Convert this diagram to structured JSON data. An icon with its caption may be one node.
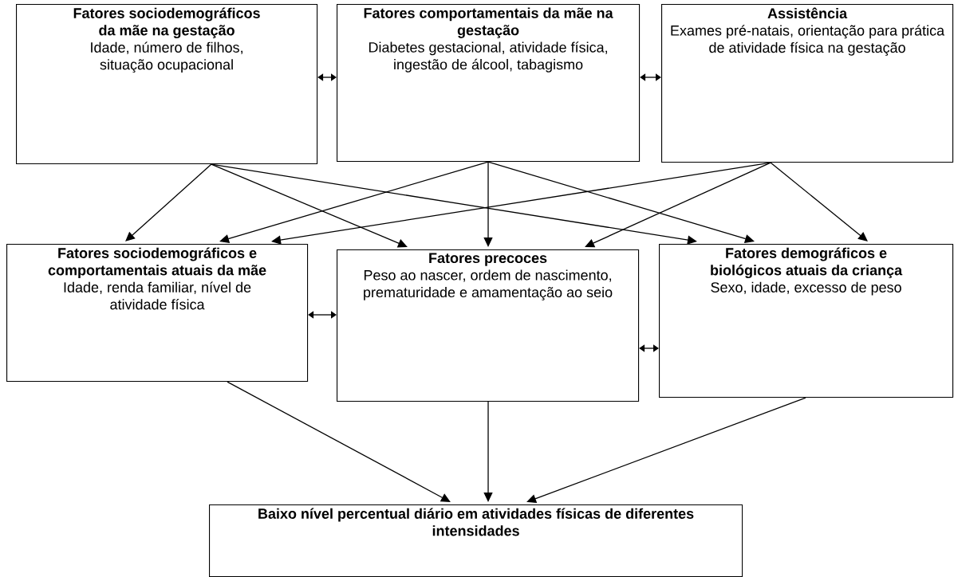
{
  "diagram": {
    "nodes": [
      {
        "text": [
          "Fatores sociodemográficos da mãe na gestação",
          "Idade, número de filhos, situação ocupacional"
        ]
      },
      {
        "text": [
          "Fatores comportamentais da mãe na gestação",
          "Diabetes gestacional, atividade física, ingestão de álcool, tabagismo"
        ]
      },
      {
        "text": [
          "Assistência",
          "Exames pré-natais, orientação para prática de atividade física na gestação"
        ]
      },
      {
        "text": [
          "Fatores sociodemográficos e comportamentais atuais da mãe",
          "Idade, renda familiar, nível de atividade física"
        ]
      },
      {
        "text": [
          "Fatores precoces",
          "Peso ao nascer, ordem de nascimento, prematuridade e amamentação ao seio"
        ]
      },
      {
        "text": [
          "Fatores demográficos e biológicos atuais da criança",
          "Sexo, idade, excesso de peso"
        ]
      },
      {
        "text": [
          "Baixo nível percentual diário em atividades físicas de diferentes intensidades"
        ]
      }
    ],
    "edges": [
      {
        "from": 0,
        "to": 1,
        "arrow": "both"
      },
      {
        "from": 1,
        "to": 2,
        "arrow": "both"
      },
      {
        "from": 0,
        "to": 3,
        "arrow": "to"
      },
      {
        "from": 0,
        "to": 4,
        "arrow": "to"
      },
      {
        "from": 0,
        "to": 5,
        "arrow": "to"
      },
      {
        "from": 1,
        "to": 3,
        "arrow": "to"
      },
      {
        "from": 1,
        "to": 4,
        "arrow": "to"
      },
      {
        "from": 1,
        "to": 5,
        "arrow": "to"
      },
      {
        "from": 2,
        "to": 3,
        "arrow": "to"
      },
      {
        "from": 2,
        "to": 4,
        "arrow": "to"
      },
      {
        "from": 2,
        "to": 5,
        "arrow": "to"
      },
      {
        "from": 3,
        "to": 4,
        "arrow": "both"
      },
      {
        "from": 4,
        "to": 5,
        "arrow": "both"
      },
      {
        "from": 3,
        "to": 6,
        "arrow": "to"
      },
      {
        "from": 4,
        "to": 6,
        "arrow": "to"
      },
      {
        "from": 5,
        "to": 6,
        "arrow": "to"
      }
    ]
  }
}
